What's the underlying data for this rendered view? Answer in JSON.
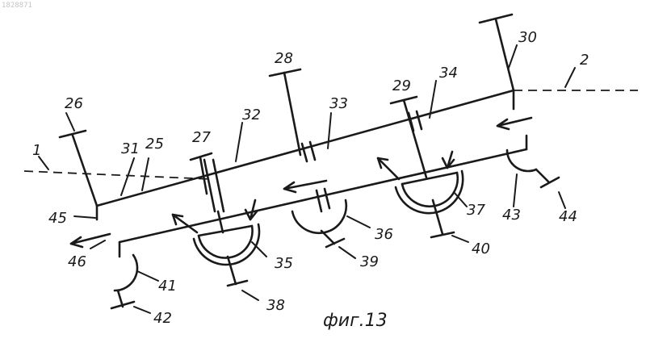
{
  "figure": {
    "corner_code": "1828871",
    "caption": "фиг.13",
    "labels": {
      "l1": "1",
      "l2": "2",
      "l25": "25",
      "l26": "26",
      "l27": "27",
      "l28": "28",
      "l29": "29",
      "l30": "30",
      "l31": "31",
      "l32": "32",
      "l33": "33",
      "l34": "34",
      "l35": "35",
      "l36": "36",
      "l37": "37",
      "l38": "38",
      "l39": "39",
      "l40": "40",
      "l41": "41",
      "l42": "42",
      "l43": "43",
      "l44": "44",
      "l45": "45",
      "l46": "46"
    },
    "colors": {
      "ink": "#1a1a1a",
      "paper": "#ffffff"
    }
  }
}
